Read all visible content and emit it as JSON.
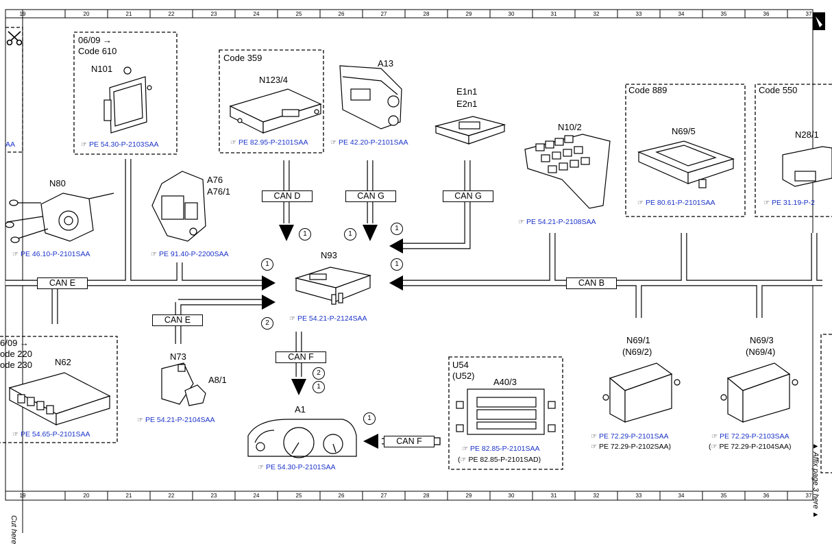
{
  "grid": {
    "columns": [
      "19",
      "20",
      "21",
      "22",
      "23",
      "24",
      "25",
      "26",
      "27",
      "28",
      "29",
      "30",
      "31",
      "32",
      "33",
      "34",
      "35",
      "36",
      "37"
    ]
  },
  "margin_text": {
    "cut_here": "Cut here",
    "affix_page": "Affix page 3 here"
  },
  "groups": {
    "g_0609": {
      "line1": "06/09",
      "line2": "Code 610"
    },
    "g_359": {
      "label": "Code 359"
    },
    "g_889": {
      "label": "Code 889"
    },
    "g_550": {
      "label": "Code 550"
    },
    "g_u54": {
      "line1": "U54",
      "line2": "(U52)"
    },
    "g_n62": {
      "line1": "6/09",
      "line2": "ode 220",
      "line3": "ode 230"
    }
  },
  "components": {
    "n101": {
      "label": "N101",
      "ref": "PE 54.30-P-2103SAA"
    },
    "n123": {
      "label": "N123/4",
      "ref": "PE 82.95-P-2101SAA"
    },
    "a13": {
      "label": "A13",
      "ref": "PE 42.20-P-2101SAA"
    },
    "e1n1": {
      "label1": "E1n1",
      "label2": "E2n1"
    },
    "n10": {
      "label": "N10/2",
      "ref": "PE 54.21-P-2108SAA"
    },
    "n69_5": {
      "label": "N69/5",
      "ref": "PE 80.61-P-2101SAA"
    },
    "n28": {
      "label": "N28/1",
      "ref": "PE 31.19-P-2"
    },
    "n80": {
      "label": "N80",
      "ref": "PE 46.10-P-2101SAA"
    },
    "a76": {
      "label1": "A76",
      "label2": "A76/1",
      "ref": "PE 91.40-P-2200SAA"
    },
    "n93": {
      "label": "N93",
      "ref": "PE 54.21-P-2124SAA"
    },
    "n62": {
      "label": "N62",
      "ref": "PE 54.65-P-2101SAA"
    },
    "n73": {
      "label": "N73",
      "label2": "A8/1",
      "ref": "PE 54.21-P-2104SAA"
    },
    "a1": {
      "label": "A1",
      "ref": "PE 54.30-P-2101SAA"
    },
    "a40": {
      "label": "A40/3",
      "ref": "PE 82.85-P-2101SAA",
      "ref2": "PE 82.85-P-2101SAD"
    },
    "n69_1": {
      "label1": "N69/1",
      "label2": "(N69/2)",
      "ref": "PE 72.29-P-2101SAA",
      "ref2": "PE 72.29-P-2102SAA)"
    },
    "n69_3": {
      "label1": "N69/3",
      "label2": "(N69/4)",
      "ref": "PE 72.29-P-2103SAA",
      "ref2": "PE 72.29-P-2104SAA)"
    },
    "left_edge": {
      "ref": "AA"
    }
  },
  "bus_labels": {
    "can_e_main": "CAN E",
    "can_e_n73": "CAN E",
    "can_d": "CAN D",
    "can_g_1": "CAN G",
    "can_g_2": "CAN G",
    "can_b": "CAN B",
    "can_f_down": "CAN F",
    "can_f_a1": "CAN F"
  },
  "markers": {
    "m_cand": "1",
    "m_cang1": "1",
    "m_cang2": "1",
    "m_left1": "1",
    "m_left2": "2",
    "m_right": "1",
    "m_canf_2": "2",
    "m_canf_1": "1",
    "m_a1": "1"
  },
  "icons": {
    "scissors": "scissors-icon",
    "pointer": "pointing-hand-icon",
    "bookmark": "corner-tab-icon"
  },
  "colors": {
    "line": "#000000",
    "ref_link": "#1a32c8"
  }
}
